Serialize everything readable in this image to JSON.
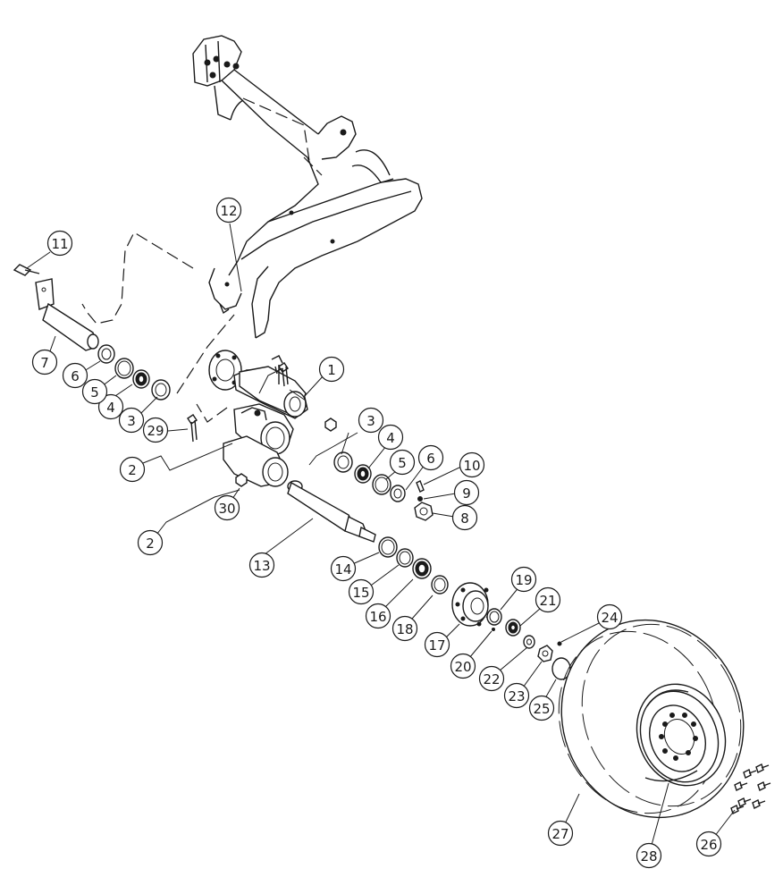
{
  "callouts": [
    {
      "id": "1",
      "label": "1"
    },
    {
      "id": "2a",
      "label": "2"
    },
    {
      "id": "2b",
      "label": "2"
    },
    {
      "id": "3a",
      "label": "3"
    },
    {
      "id": "3b",
      "label": "3"
    },
    {
      "id": "4a",
      "label": "4"
    },
    {
      "id": "4b",
      "label": "4"
    },
    {
      "id": "5a",
      "label": "5"
    },
    {
      "id": "5b",
      "label": "5"
    },
    {
      "id": "6a",
      "label": "6"
    },
    {
      "id": "6b",
      "label": "6"
    },
    {
      "id": "7",
      "label": "7"
    },
    {
      "id": "8",
      "label": "8"
    },
    {
      "id": "9",
      "label": "9"
    },
    {
      "id": "10",
      "label": "10"
    },
    {
      "id": "11",
      "label": "11"
    },
    {
      "id": "12",
      "label": "12"
    },
    {
      "id": "13",
      "label": "13"
    },
    {
      "id": "14",
      "label": "14"
    },
    {
      "id": "15",
      "label": "15"
    },
    {
      "id": "16",
      "label": "16"
    },
    {
      "id": "17",
      "label": "17"
    },
    {
      "id": "18",
      "label": "18"
    },
    {
      "id": "19",
      "label": "19"
    },
    {
      "id": "20",
      "label": "20"
    },
    {
      "id": "21",
      "label": "21"
    },
    {
      "id": "22",
      "label": "22"
    },
    {
      "id": "23",
      "label": "23"
    },
    {
      "id": "24",
      "label": "24"
    },
    {
      "id": "25",
      "label": "25"
    },
    {
      "id": "26",
      "label": "26"
    },
    {
      "id": "27",
      "label": "27"
    },
    {
      "id": "28",
      "label": "28"
    },
    {
      "id": "29",
      "label": "29"
    },
    {
      "id": "30",
      "label": "30"
    }
  ],
  "colors": {
    "ink": "#1a1a1a",
    "paper": "#ffffff"
  }
}
